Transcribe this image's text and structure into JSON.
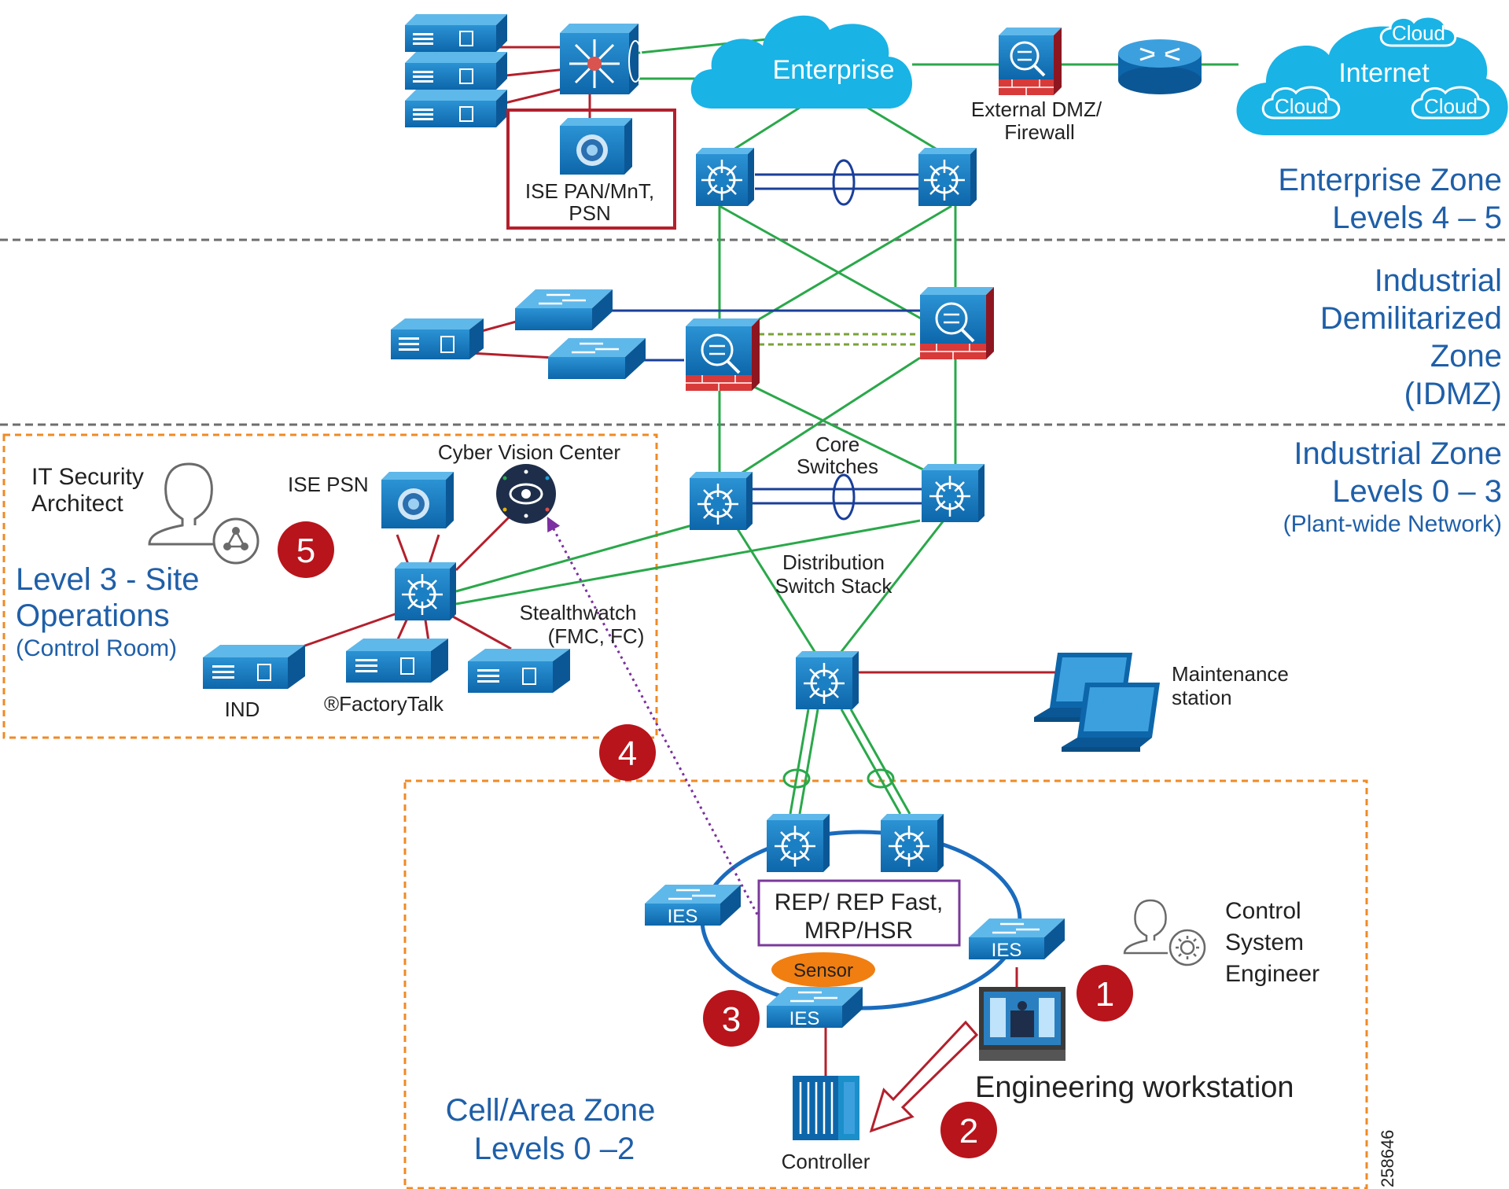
{
  "labels": {
    "enterprise_cloud": "Enterprise",
    "internet": "Internet",
    "cloud": "Cloud",
    "external_dmz_1": "External DMZ/",
    "external_dmz_2": "Firewall",
    "ise_pan_1": "ISE PAN/MnT,",
    "ise_pan_2": "PSN",
    "core_switches_1": "Core",
    "core_switches_2": "Switches",
    "distribution_1": "Distribution",
    "distribution_2": "Switch Stack",
    "maintenance_1": "Maintenance",
    "maintenance_2": "station",
    "it_security_1": "IT Security",
    "it_security_2": "Architect",
    "ise_psn": "ISE PSN",
    "cyber_vision": "Cyber Vision Center",
    "stealthwatch_1": "Stealthwatch",
    "stealthwatch_2": "(FMC, FC)",
    "ind": "IND",
    "factorytalk": "®FactoryTalk",
    "rep_1": "REP/ REP Fast,",
    "rep_2": "MRP/HSR",
    "sensor": "Sensor",
    "ies": "IES",
    "control_eng_1": "Control",
    "control_eng_2": "System",
    "control_eng_3": "Engineer",
    "eng_workstation": "Engineering workstation",
    "controller": "Controller",
    "figure_id": "258646"
  },
  "zones": {
    "enterprise_1": "Enterprise Zone",
    "enterprise_2": "Levels 4 – 5",
    "idmz_1": "Industrial",
    "idmz_2": "Demilitarized",
    "idmz_3": "Zone",
    "idmz_4": "(IDMZ)",
    "industrial_1": "Industrial Zone",
    "industrial_2": "Levels 0 – 3",
    "industrial_3": "(Plant-wide Network)",
    "level3_1": "Level 3 - Site",
    "level3_2": "Operations",
    "level3_3": "(Control Room)",
    "cell_1": "Cell/Area Zone",
    "cell_2": "Levels 0 –2"
  },
  "steps": [
    "1",
    "2",
    "3",
    "4",
    "5"
  ],
  "colors": {
    "zone_text": "#1f5fa8",
    "device_blue": "#1b7fc4",
    "cloud": "#19b3e6",
    "link_green": "#2aa84a",
    "link_blue": "#1a3f9a",
    "link_red": "#b3202c",
    "badge_red": "#b8141b",
    "zone_border": "#f08a24",
    "sensor": "#f07e11",
    "path_purple": "#7b2fa0",
    "rep_box": "#7a3a9a",
    "ise_box": "#b3202c"
  },
  "icons": [
    "server-icon",
    "switch-icon",
    "router-icon",
    "firewall-icon",
    "cloud-icon",
    "laptop-icon",
    "workstation-icon",
    "user-icon",
    "controller-icon",
    "eye-icon",
    "ise-icon"
  ]
}
